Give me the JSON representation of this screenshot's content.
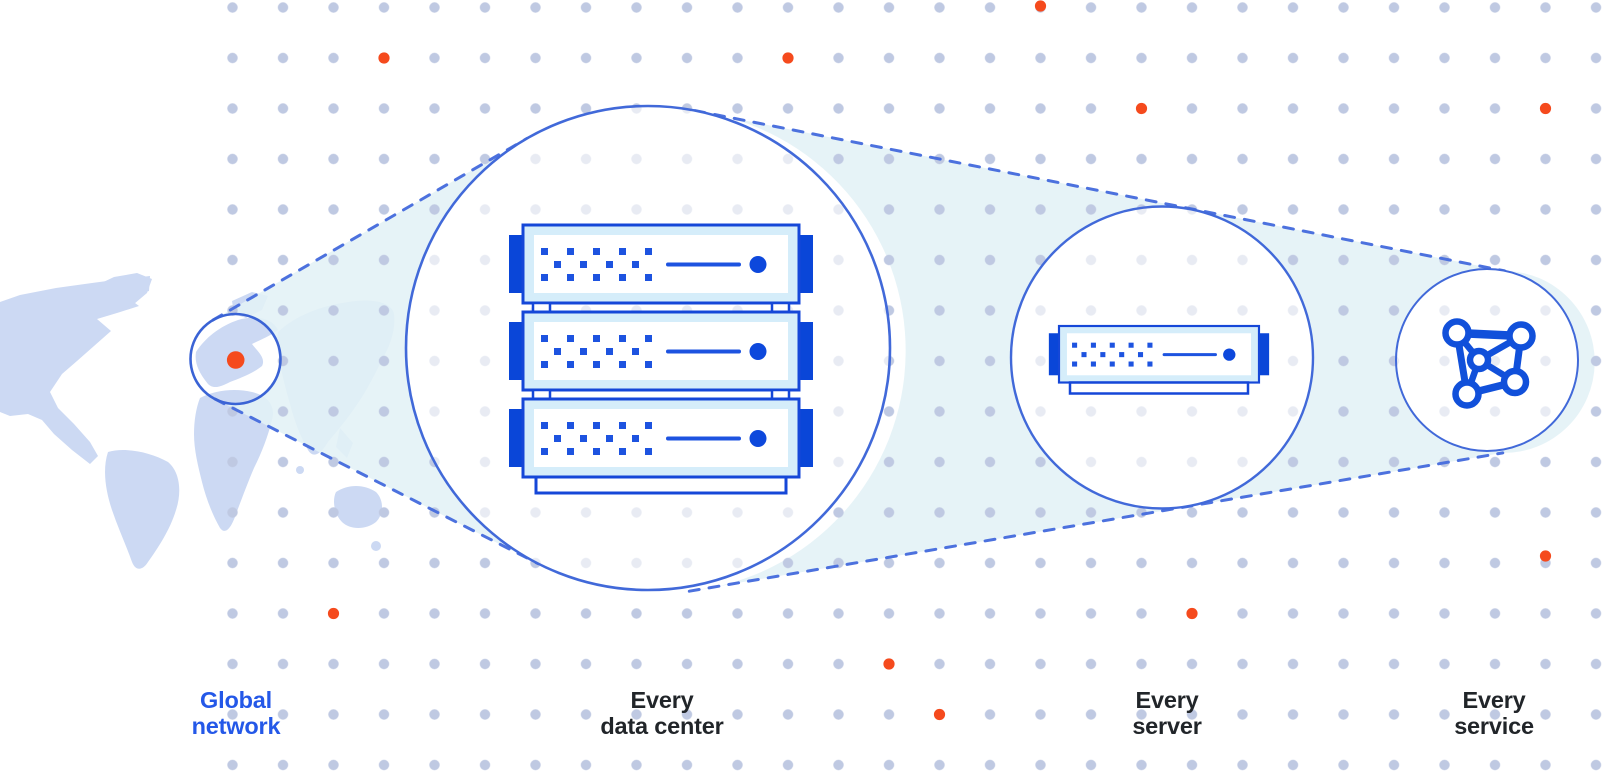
{
  "diagram": {
    "labels": {
      "global_network": "Global\nnetwork",
      "every_data_center": "Every\ndata center",
      "every_server": "Every\nserver",
      "every_service": "Every\nservice"
    },
    "colors": {
      "label_dark": "#212529",
      "label_blue": "#2458e8",
      "outline_blue": "#4169d9",
      "dash_blue": "#4c71de",
      "server_border_blue": "#1547d8",
      "server_tab_blue": "#0a46d8",
      "server_detail_blue": "#1d53e0",
      "server_body_blue": "#d5edfa",
      "beam_fill_cyan": "#e2f1f6",
      "map_fill": "#ccd9f3",
      "grid_dot": "#bfc9e2",
      "grid_dot_faint": "#e8ebf3",
      "orange_dot": "#f54a1d",
      "mesh_icon_blue": "#1150da"
    },
    "icons": [
      "world-map",
      "location-marker-icon",
      "server-rack-icon",
      "server-icon",
      "mesh-network-icon"
    ]
  }
}
